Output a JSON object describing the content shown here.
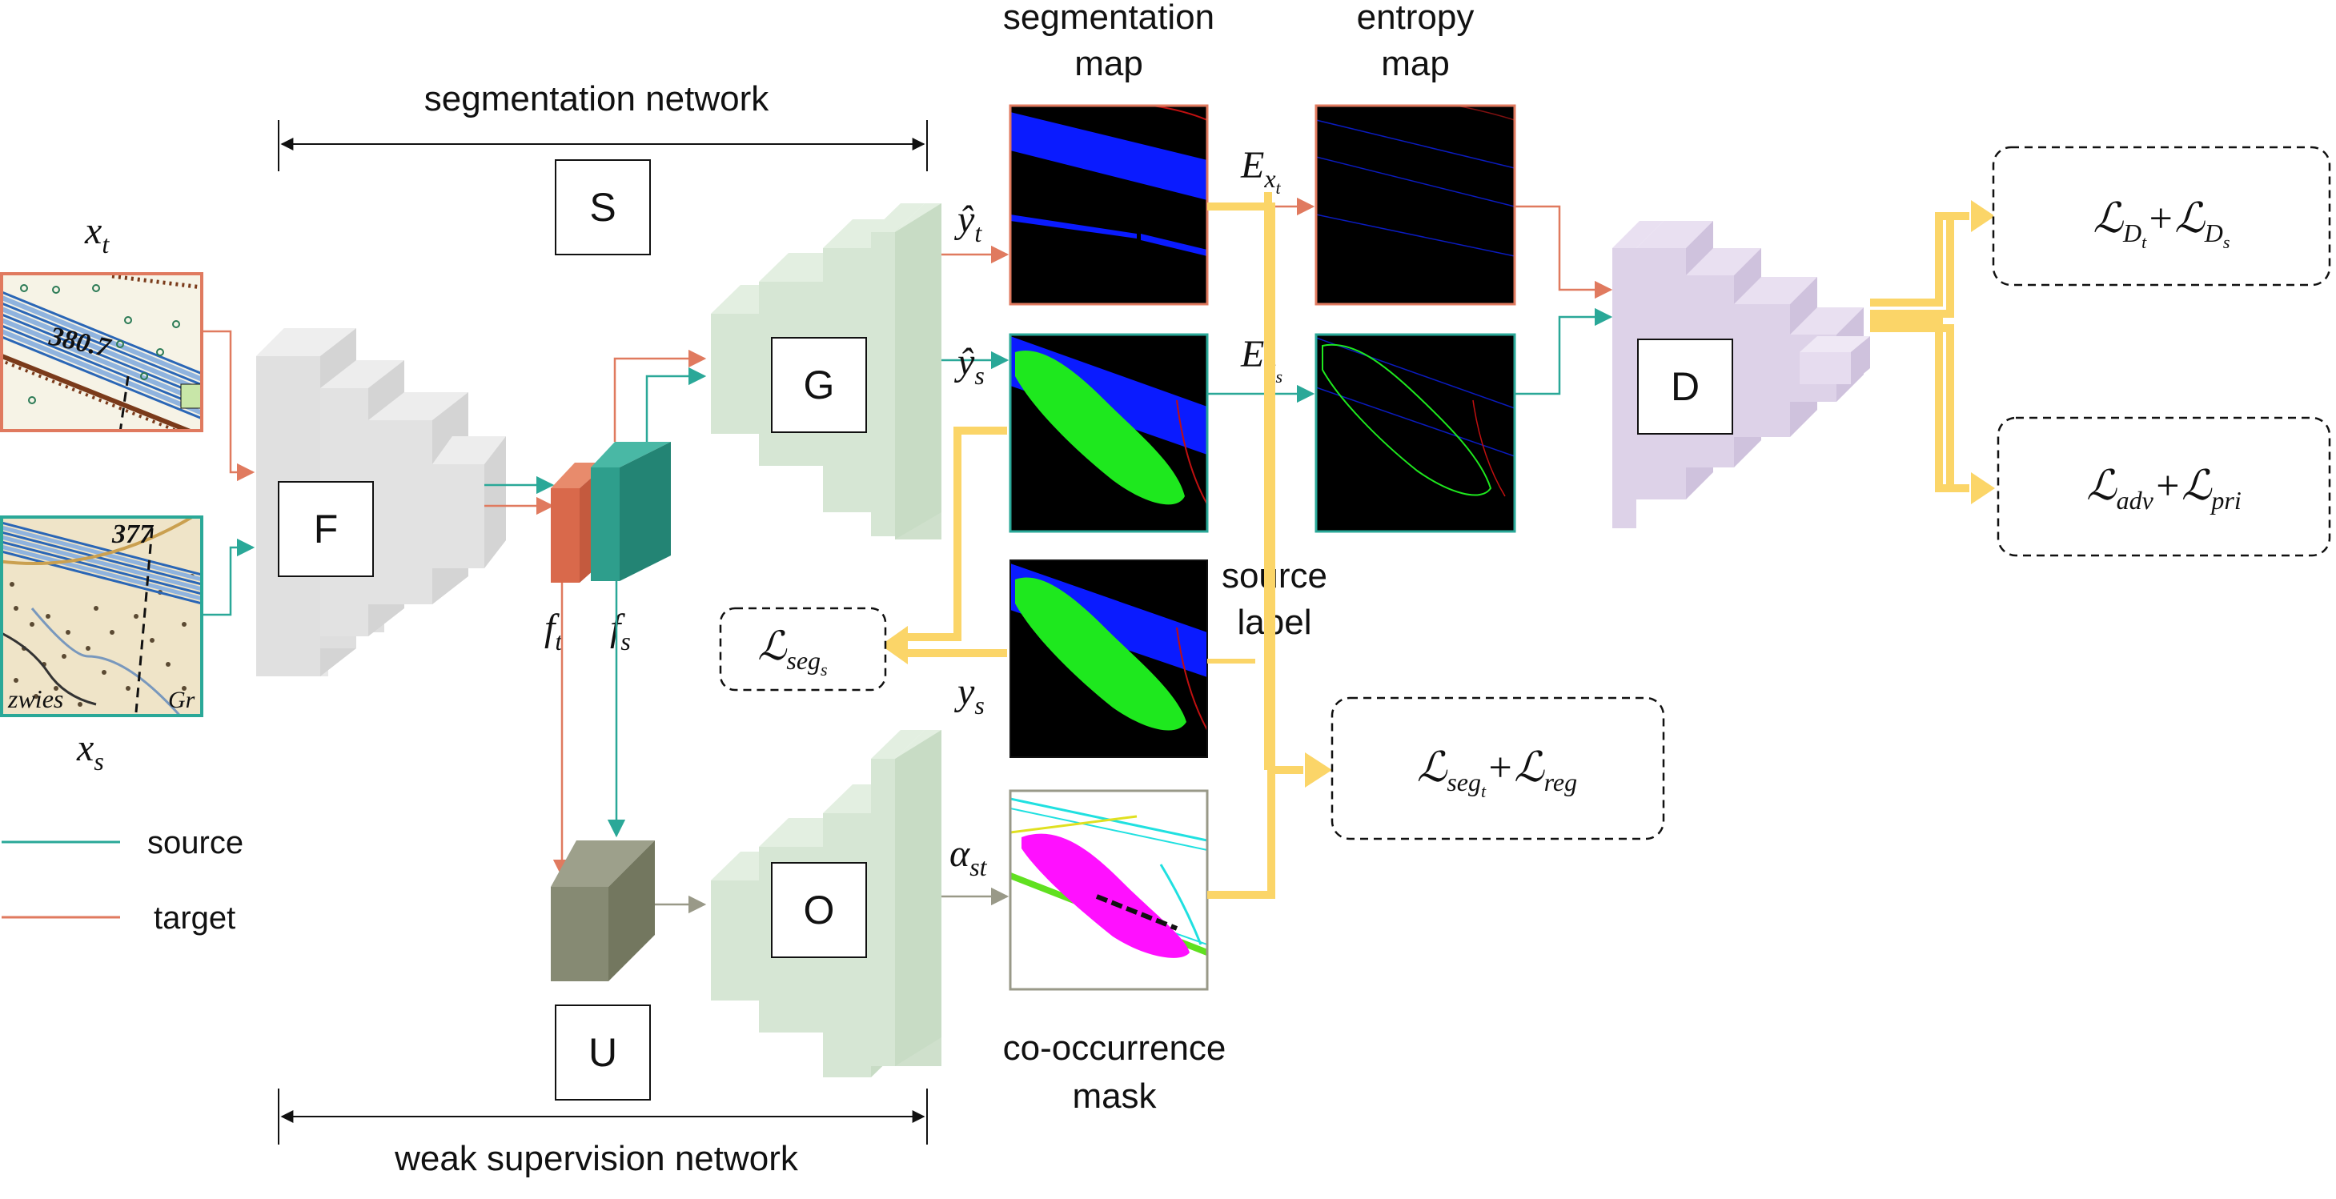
{
  "labels": {
    "segmentation_network": "segmentation network",
    "weak_supervision_network": "weak supervision network",
    "segmentation_map": [
      "segmentation",
      "map"
    ],
    "entropy_map": [
      "entropy",
      "map"
    ],
    "source_label": [
      "source",
      "label"
    ],
    "cooccurrence_mask": [
      "co-occurrence",
      "mask"
    ],
    "legend_source": "source",
    "legend_target": "target"
  },
  "blocks": {
    "S": "S",
    "F": "F",
    "G": "G",
    "O": "O",
    "U": "U",
    "D": "D"
  },
  "symbols": {
    "x_t": [
      "x",
      "t"
    ],
    "x_s": [
      "x",
      "s"
    ],
    "f_t": [
      "f",
      "t"
    ],
    "f_s": [
      "f",
      "s"
    ],
    "y_hat_t": [
      "ŷ",
      "t"
    ],
    "y_hat_s": [
      "ŷ",
      "s"
    ],
    "y_s": [
      "y",
      "s"
    ],
    "alpha_st": [
      "α",
      "st"
    ],
    "E_xt": [
      "E",
      "x",
      "t"
    ],
    "E_xs": [
      "E",
      "x",
      "s"
    ]
  },
  "losses": {
    "loss_D": [
      "ℒ",
      "D",
      "t",
      "+ℒ",
      "D",
      "s"
    ],
    "loss_adv": [
      "ℒ",
      "adv",
      "+ℒ",
      "pri"
    ],
    "loss_seg_s": [
      "ℒ",
      "seg",
      "s"
    ],
    "loss_seg_t_reg": [
      "ℒ",
      "seg",
      "t",
      "+ℒ",
      "reg"
    ]
  },
  "map_texts": {
    "x_t_number": "380.7",
    "x_s_number": "377",
    "x_s_word": "zwies",
    "x_s_word2": "Gr"
  },
  "colors": {
    "target": "#e07a5f",
    "source": "#2aa898",
    "gray_arrow": "#999988",
    "yellow": "#fbd568",
    "feat_t": "#d9694b",
    "feat_s": "#2e9e8c",
    "feat_u": "#868a73",
    "net_f": "#e2e2e2",
    "net_g": "#d4e4d2",
    "net_d": "#ddd2e8",
    "seg_blue": "#0a1bff",
    "seg_green": "#1ee81e"
  }
}
